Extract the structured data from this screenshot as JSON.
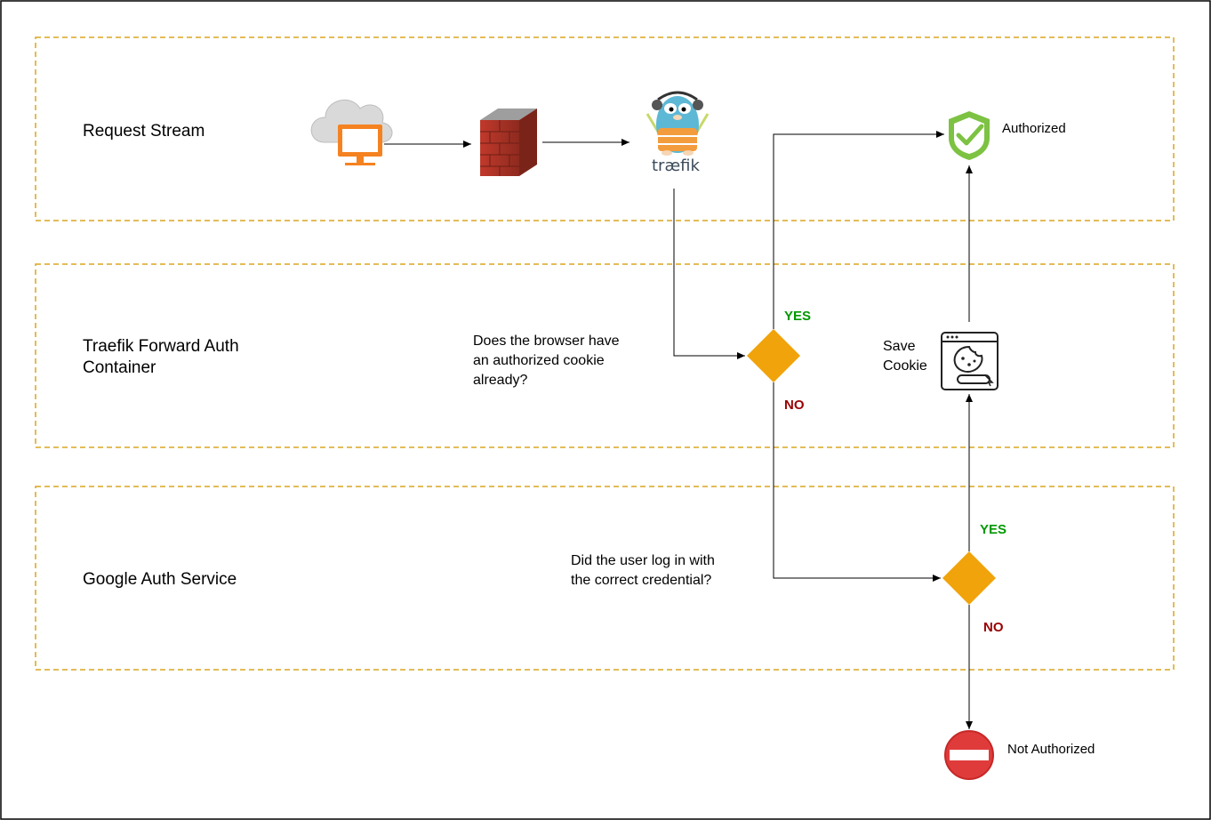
{
  "lanes": {
    "request_stream": "Request Stream",
    "forward_auth_line1": "Traefik Forward Auth",
    "forward_auth_line2": "Container",
    "google_auth": "Google Auth Service"
  },
  "traefik_logo_text": "træfik",
  "questions": {
    "cookie_line1": "Does the browser have",
    "cookie_line2": "an authorized cookie",
    "cookie_line3": "already?",
    "login_line1": "Did the user log in with",
    "login_line2": "the correct credential?"
  },
  "decisions": {
    "cookie_yes": "YES",
    "cookie_no": "NO",
    "login_yes": "YES",
    "login_no": "NO"
  },
  "save_cookie_line1": "Save",
  "save_cookie_line2": "Cookie",
  "authorized": "Authorized",
  "not_authorized": "Not Authorized",
  "colors": {
    "lane_border": "#DAA520",
    "diamond": "#F0A30A",
    "yes": "#009900",
    "no": "#990000",
    "shield": "#7DC242",
    "stop": "#E03B3B",
    "monitor": "#F58220",
    "brick": "#B03A2E"
  },
  "icons": [
    "cloud-computer-icon",
    "firewall-icon",
    "traefik-gopher-icon",
    "shield-check-icon",
    "cookie-browser-icon",
    "stop-sign-icon"
  ]
}
